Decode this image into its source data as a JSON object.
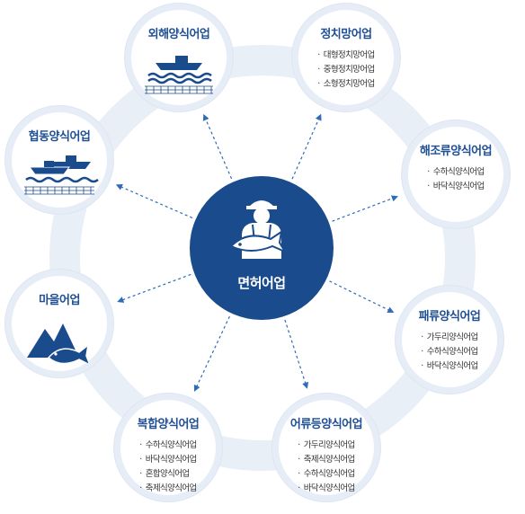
{
  "colors": {
    "primary": "#1a4b8c",
    "title": "#1f4f94",
    "ring": "#e6edf6",
    "arrow": "#2e6bb8"
  },
  "center": {
    "label": "면허어업",
    "icon": "fisherman-holding-fish-icon"
  },
  "nodes": [
    {
      "id": "offshore",
      "title": "외해양식어업",
      "icon": "boat-on-net-icon",
      "items": []
    },
    {
      "id": "setnet",
      "title": "정치망어업",
      "items": [
        "대형정치망어업",
        "중형정치망어업",
        "소형정치망어업"
      ]
    },
    {
      "id": "seaweed",
      "title": "해조류양식어업",
      "items": [
        "수하식양식어업",
        "바닥식양식어업"
      ]
    },
    {
      "id": "shellfish",
      "title": "패류양식어업",
      "items": [
        "가두리양식어업",
        "수하식양식어업",
        "바닥식양식어업"
      ]
    },
    {
      "id": "fish",
      "title": "어류등양식어업",
      "items": [
        "가두리양식어업",
        "축제식양식어업",
        "수하식양식어업",
        "바닥식양식어업"
      ]
    },
    {
      "id": "complex",
      "title": "복합양식어업",
      "items": [
        "수하식양식어업",
        "바닥식양식어업",
        "혼합양식어업",
        "축제식양식어업"
      ]
    },
    {
      "id": "village",
      "title": "마을어업",
      "icon": "mountain-fish-icon",
      "items": []
    },
    {
      "id": "cooperative",
      "title": "협동양식어업",
      "icon": "boats-on-net-icon",
      "items": []
    }
  ]
}
